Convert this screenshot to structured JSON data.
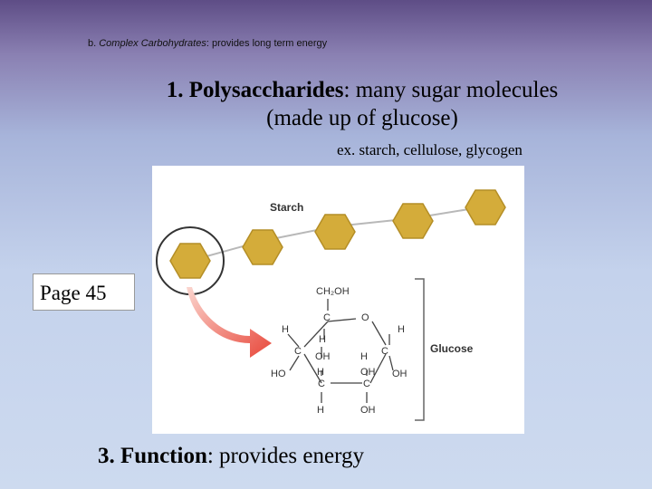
{
  "subheading": {
    "prefix": "b. ",
    "term": "Complex Carbohydrates",
    "rest": ": provides long term energy"
  },
  "heading": {
    "number": "1. ",
    "term": "Polysaccharides",
    "rest": ": many sugar molecules (made up of glucose)"
  },
  "examples": "ex. starch, cellulose, glycogen",
  "figure": {
    "starch_label": "Starch",
    "glucose_label": "Glucose",
    "atoms": {
      "ch2oh": "CH₂OH",
      "c": "C",
      "o": "O",
      "h": "H",
      "oh": "OH",
      "ho": "HO"
    },
    "colors": {
      "hexagon_fill": "#d4ac3a",
      "hexagon_stroke": "#b48e26",
      "arrow": "#e8473a"
    }
  },
  "page_label": "Page 45",
  "function": {
    "term": "3. Function",
    "rest": ": provides energy"
  }
}
